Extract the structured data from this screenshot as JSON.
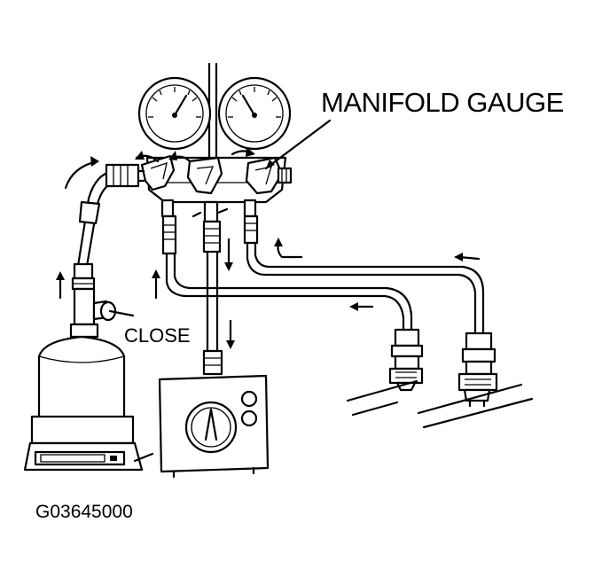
{
  "labels": {
    "manifold_gauge": "MANIFOLD GAUGE",
    "close": "CLOSE",
    "figure_id": "G03645000"
  },
  "colors": {
    "line": "#000000",
    "background": "#ffffff"
  }
}
